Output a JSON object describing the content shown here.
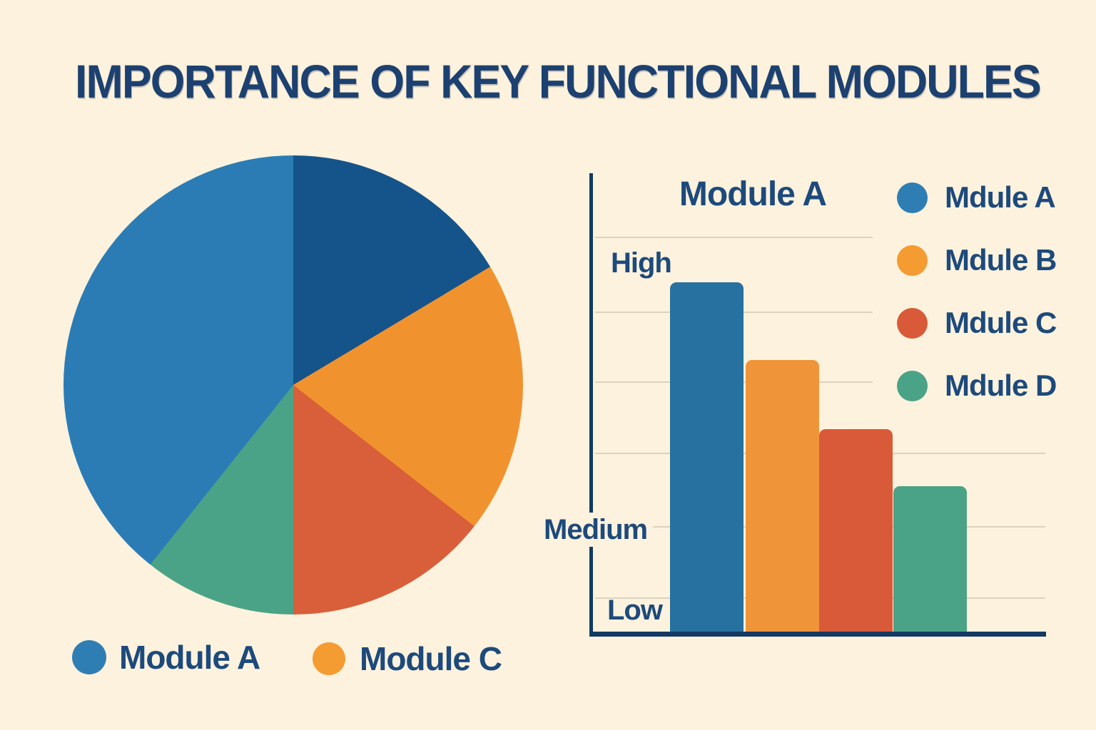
{
  "background_color": "#fdf2dd",
  "title": {
    "text": "IMPORTANCE OF KEY FUNCTIONAL MODULES",
    "color": "#1c4170"
  },
  "pie_legend": {
    "items": [
      {
        "label": "Module A",
        "color": "#2e7eb3"
      },
      {
        "label": "Module C",
        "color": "#f49b32"
      }
    ]
  },
  "bar_section": {
    "title": "Module A",
    "axis_labels": {
      "high": "High",
      "medium": "Medium",
      "low": "Low"
    },
    "legend": {
      "items": [
        {
          "label": "Mdule A",
          "color": "#2e7eb3"
        },
        {
          "label": "Mdule B",
          "color": "#f49b32"
        },
        {
          "label": "Mdule C",
          "color": "#d85a38"
        },
        {
          "label": "Mdule D",
          "color": "#4aa387"
        }
      ]
    }
  },
  "chart_data": [
    {
      "type": "pie",
      "title": "",
      "angle_convention": "degrees clockwise from 12 o'clock",
      "slices": [
        {
          "label": "",
          "color": "#15548a",
          "start_deg": 0,
          "end_deg": 59,
          "pct": 16.4
        },
        {
          "label": "Module C",
          "color": "#f0932f",
          "start_deg": 59,
          "end_deg": 128,
          "pct": 19.2
        },
        {
          "label": "",
          "color": "#d85f3a",
          "start_deg": 128,
          "end_deg": 180,
          "pct": 14.4
        },
        {
          "label": "",
          "color": "#4aa387",
          "start_deg": 180,
          "end_deg": 218.5,
          "pct": 10.7
        },
        {
          "label": "Module A",
          "color": "#2b7cb5",
          "start_deg": 218.5,
          "end_deg": 360,
          "pct": 39.3
        }
      ],
      "legend_position": "bottom"
    },
    {
      "type": "bar",
      "title": "Module A",
      "categories": [
        "Mdule A",
        "Mdule B",
        "Mdule C",
        "Mdule D"
      ],
      "values": [
        0.763,
        0.594,
        0.444,
        0.32
      ],
      "value_scale": "fraction of y-axis height; qualitative axis",
      "y_tick_labels": [
        "High",
        "Medium",
        "Low"
      ],
      "ylim": [
        0,
        1
      ],
      "grid": true,
      "legend_position": "right",
      "colors": [
        "#26719f",
        "#f0943a",
        "#d95a38",
        "#4aa387"
      ]
    }
  ]
}
